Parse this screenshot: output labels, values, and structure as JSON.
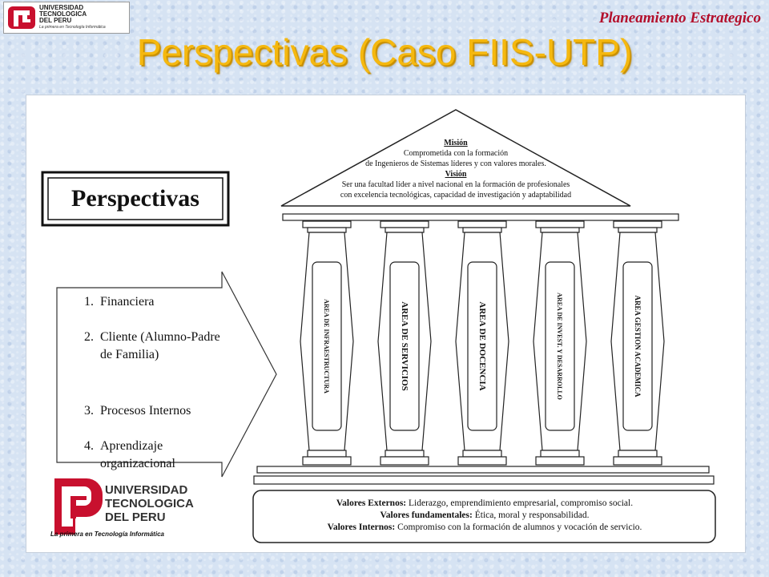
{
  "header": {
    "university_name_lines": [
      "UNIVERSIDAD",
      "TECNOLOGICA",
      "DEL PERU"
    ],
    "slogan": "La primera en Tecnología Informática",
    "course_label": "Planeamiento Estrategico"
  },
  "slide": {
    "title": "Perspectivas (Caso FIIS-UTP)"
  },
  "diagram": {
    "perspectivas_box_label": "Perspectivas",
    "roof": {
      "mision_label": "Misión",
      "mision_lines": [
        "Comprometida con la formación",
        "de Ingenieros de Sistemas líderes y con valores morales."
      ],
      "vision_label": "Visión",
      "vision_lines": [
        "Ser una facultad líder a nivel nacional en la formación de profesionales",
        "con excelencia tecnológicas, capacidad de investigación y adaptabilidad"
      ]
    },
    "perspectives": [
      {
        "num": "1.",
        "lines": [
          "Financiera"
        ]
      },
      {
        "num": "2.",
        "lines": [
          "Cliente (Alumno-Padre",
          "de Familia)"
        ]
      },
      {
        "num": "3.",
        "lines": [
          "Procesos Internos"
        ]
      },
      {
        "num": "4.",
        "lines": [
          "Aprendizaje",
          "organizacional"
        ]
      }
    ],
    "pillars": [
      "AREA DE INFRAESTRUCTURA",
      "AREA DE SERVICIOS",
      "AREA DE DOCENCIA",
      "AREA DE INVEST. Y DESARROLLO",
      "AREA GESTION ACADEMICA"
    ],
    "values": [
      {
        "label": "Valores Externos:",
        "text": " Liderazgo, emprendimiento empresarial, compromiso social."
      },
      {
        "label": "Valores fundamentales:",
        "text": " Ética, moral y responsabilidad."
      },
      {
        "label": "Valores Internos:",
        "text": " Compromiso con la formación de alumnos y vocación de servicio."
      }
    ],
    "footer_logo": {
      "name_lines": [
        "UNIVERSIDAD",
        "TECNOLOGICA",
        "DEL PERU"
      ],
      "slogan": "La primera en Tecnología Informática"
    }
  }
}
